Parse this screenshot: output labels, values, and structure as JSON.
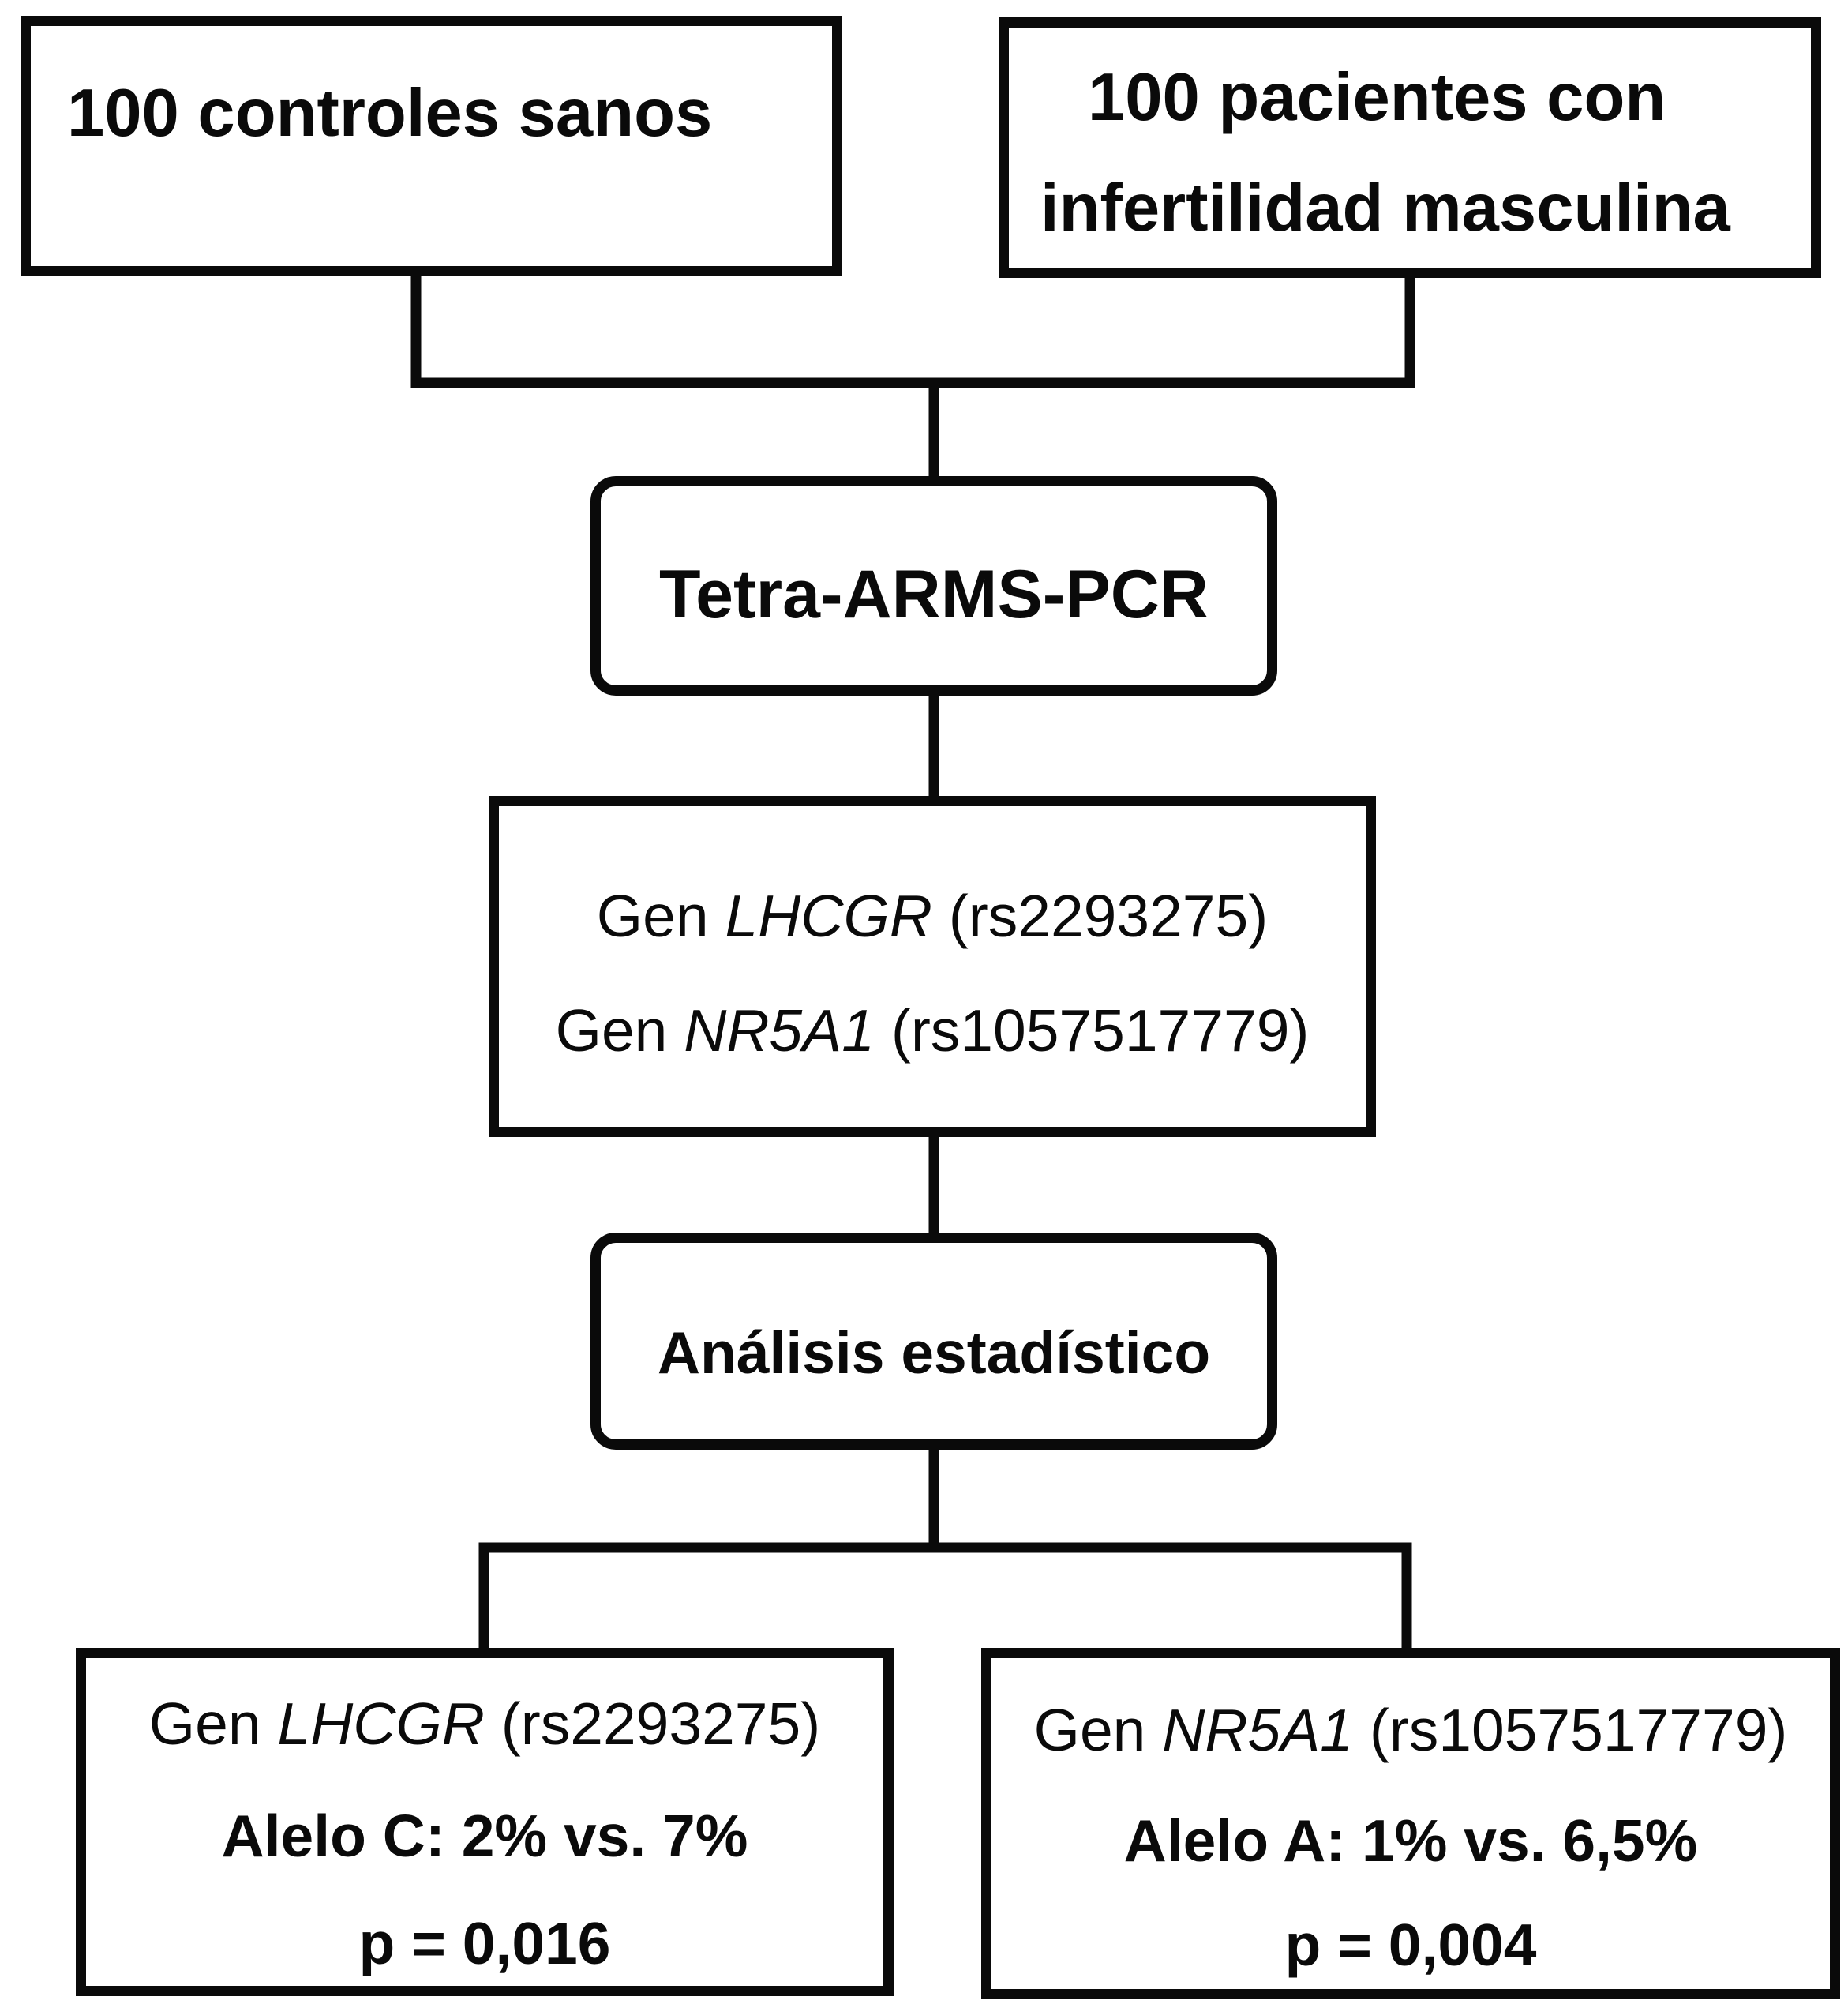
{
  "top": {
    "controls": "100 controles sanos",
    "patients_line1": "100 pacientes con",
    "patients_line2": "infertilidad masculina"
  },
  "method": "Tetra-ARMS-PCR",
  "genes": [
    {
      "prefix": "Gen ",
      "gene": "LHCGR",
      "snp": " (rs2293275)"
    },
    {
      "prefix": "Gen ",
      "gene": "NR5A1",
      "snp": " (rs1057517779)"
    }
  ],
  "analysis": "Análisis estadístico",
  "results": [
    {
      "prefix": "Gen ",
      "gene": "LHCGR",
      "snp": " (rs2293275)",
      "allele": "Alelo C: 2% vs. 7%",
      "p": "p = 0,016"
    },
    {
      "prefix": "Gen ",
      "gene": "NR5A1",
      "snp": " (rs1057517779)",
      "allele": "Alelo A: 1% vs. 6,5%",
      "p": "p = 0,004"
    }
  ]
}
